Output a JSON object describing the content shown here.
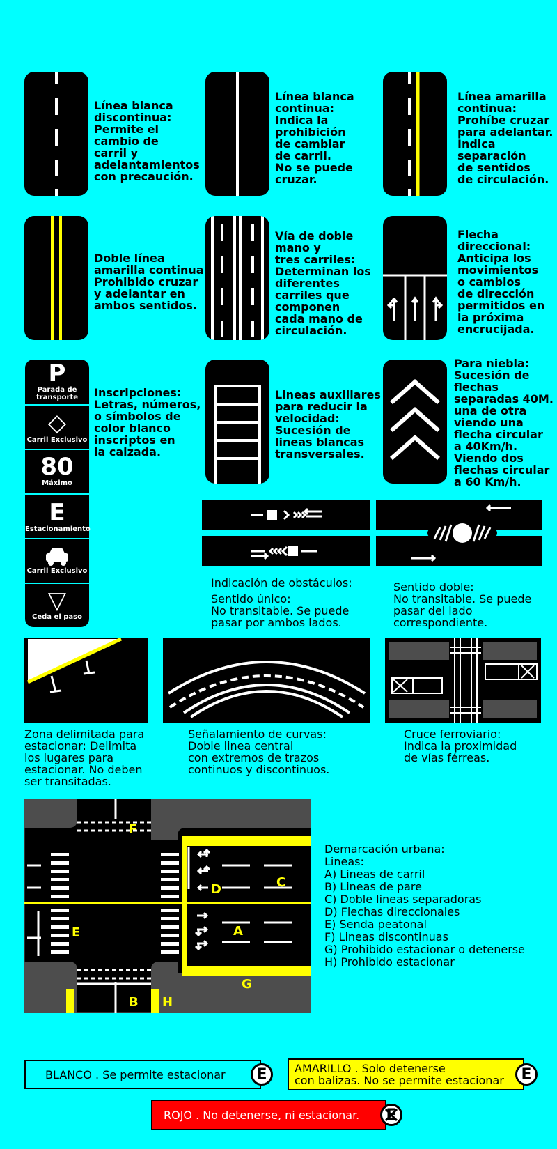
{
  "colors": {
    "background": "#00ffff",
    "asphalt": "#000000",
    "white": "#ffffff",
    "yellow": "#ffff00",
    "gray": "#4d4d4d",
    "red": "#ff0000"
  },
  "signs": [
    {
      "id": "linea-blanca-discontinua",
      "text": "Línea blanca\ndiscontinua:\nPermite el\ncambio de\ncarril y\nadelantamientos\ncon precaución."
    },
    {
      "id": "linea-blanca-continua",
      "text": "Línea blanca\ncontinua:\nIndica la\nprohibición\nde cambiar\nde carril.\nNo se puede\ncruzar."
    },
    {
      "id": "linea-amarilla-continua",
      "text": "Línea amarilla\ncontinua:\nProhíbe cruzar\npara adelantar.\nIndica\nseparación\nde sentidos\nde circulación."
    },
    {
      "id": "doble-linea-amarilla",
      "text": "Doble línea\namarilla continua:\nProhibido cruzar\ny adelantar en\nambos sentidos."
    },
    {
      "id": "via-doble-mano",
      "text": "Vía de doble\nmano y\ntres carriles:\nDeterminan los\ndiferentes\ncarriles que\ncomponen\ncada mano de\ncirculación."
    },
    {
      "id": "flecha-direccional",
      "text": "Flecha\ndireccional:\nAnticipa los\nmovimientos\no cambios\nde dirección\npermitidos en\nla próxima\nencrucijada."
    },
    {
      "id": "inscripciones",
      "text": "Inscripciones:\nLetras, números,\no símbolos de\ncolor blanco\ninscriptos en\nla calzada."
    },
    {
      "id": "lineas-auxiliares",
      "text": "Lineas auxiliares\npara reducir la\nvelocidad:\nSucesión de\nlineas blancas\ntransversales."
    },
    {
      "id": "para-niebla",
      "text": "Para niebla:\nSucesión de\nflechas\nseparadas 40M.\nuna de otra\nviendo una\nflecha circular\na 40Km/h.\nViendo dos\nflechas circular\na 60 Km/h."
    }
  ],
  "inscriptions": [
    {
      "symbol": "P",
      "label": "Parada de\ntransporte"
    },
    {
      "symbol": "◇",
      "label": "Carril Exclusivo"
    },
    {
      "symbol": "80",
      "label": "Máximo"
    },
    {
      "symbol": "E",
      "label": "Estacionamiento"
    },
    {
      "symbol": "car-icon",
      "label": "Carril Exclusivo"
    },
    {
      "symbol": "▽",
      "label": "Ceda el paso"
    }
  ],
  "obstacles": {
    "title": "Indicación de obstáculos:",
    "single": "Sentido único:\nNo transitable. Se puede\npasar por ambos lados.",
    "double": "Sentido doble:\nNo transitable. Se puede\npasar del lado\ncorrespondiente."
  },
  "captions": {
    "zona": "Zona delimitada para\nestacionar: Delimita\nlos lugares para\nestacionar. No deben\nser transitadas.",
    "curvas": "Señalamiento de curvas:\nDoble linea central\ncon extremos de trazos\ncontinuos y discontinuos.",
    "cruce": "Cruce ferroviario:\nIndica la proximidad\nde vías férreas."
  },
  "urban": {
    "text": "Demarcación urbana:\nLineas:\nA) Lineas de carril\nB) Lineas de pare\nC) Doble lineas separadoras\nD) Flechas direccionales\nE) Senda peatonal\nF) Lineas discontinuas\nG) Prohibido estacionar o detenerse\nH) Prohibido estacionar",
    "letters": [
      "A",
      "B",
      "C",
      "D",
      "E",
      "F",
      "G",
      "H"
    ]
  },
  "parking": {
    "white": "BLANCO . Se permite estacionar",
    "yellow": "AMARILLO . Solo detenerse\ncon balizas. No se permite estacionar",
    "red": "ROJO . No detenerse, ni estacionar.",
    "badge": "E"
  }
}
